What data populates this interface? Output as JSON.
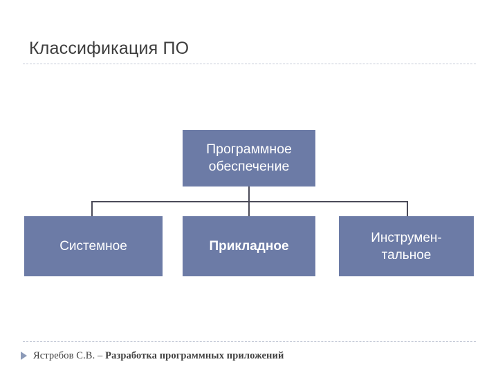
{
  "slide": {
    "title": "Классификация ПО",
    "background_color": "#ffffff",
    "title_color": "#3d3d3d",
    "rule_color": "#c3c9d6",
    "node_fill_color": "#6c7ba6",
    "node_text_color": "#ffffff",
    "connector_color": "#4a4a58"
  },
  "diagram": {
    "root": {
      "label_line_1": "Программное",
      "label_line_2": "обеспечение",
      "bold": false
    },
    "children": [
      {
        "label_line_1": "Системное",
        "label_line_2": "",
        "bold": false
      },
      {
        "label_line_1": "Прикладное",
        "label_line_2": "",
        "bold": true
      },
      {
        "label_line_1": "Инструмен-",
        "label_line_2": "тальное",
        "bold": false
      }
    ]
  },
  "footer": {
    "bullet_icon": "triangle-right-icon",
    "bullet_color": "#8c9ab8",
    "author": "Ястребов С.В.",
    "separator": " – ",
    "work_title": "Разработка программных приложений"
  }
}
